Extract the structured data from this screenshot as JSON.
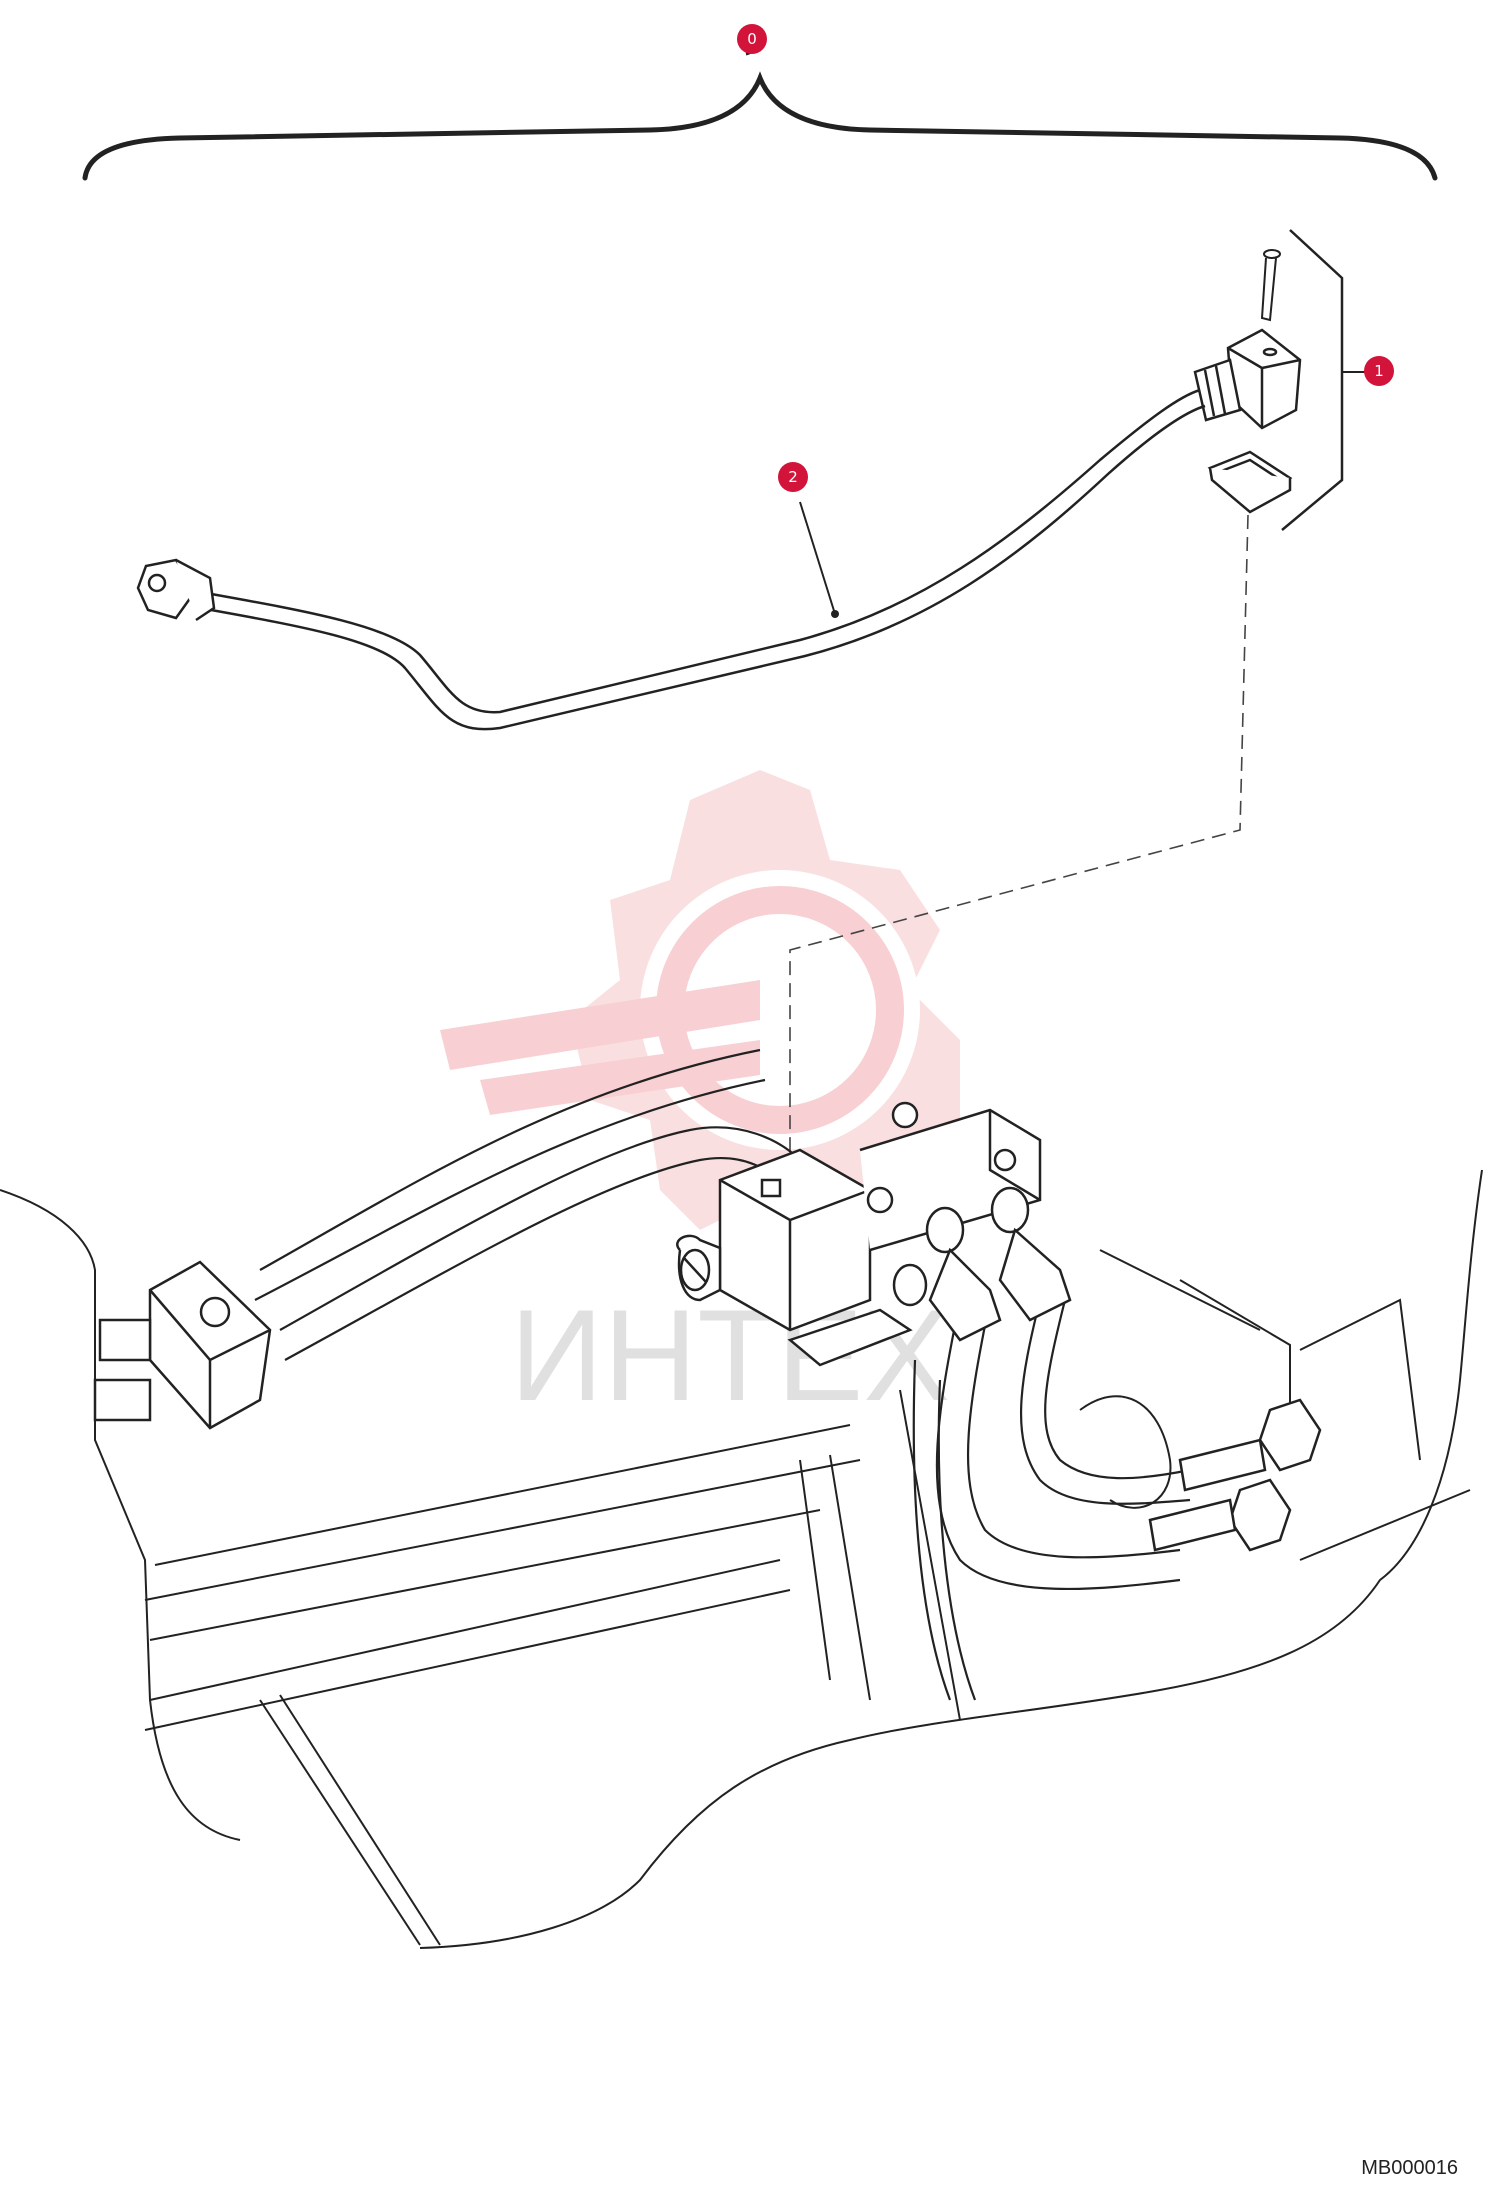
{
  "callouts": [
    {
      "id": "0",
      "label": "0"
    },
    {
      "id": "1",
      "label": "1"
    },
    {
      "id": "2",
      "label": "2"
    }
  ],
  "watermark": {
    "text": "ИНТЕХ",
    "icon": "gear-logo-icon",
    "color": "#f4b8bd"
  },
  "drawing_code": "MB000016",
  "colors": {
    "callout": "#d2143a",
    "line": "#222222"
  }
}
